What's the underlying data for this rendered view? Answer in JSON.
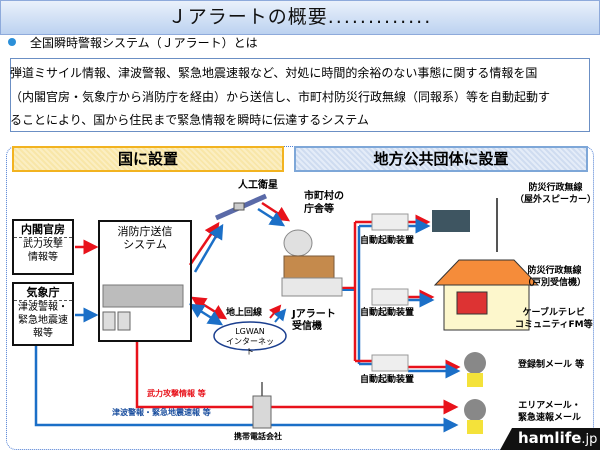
{
  "header": {
    "title": "Ｊアラートの概要",
    "title_dots": "............."
  },
  "intro": {
    "bullet_text": "全国瞬時警報システム（Ｊアラート）とは",
    "description_lines": [
      "弾道ミサイル情報、津波警報、緊急地震速報など、対処に時間的余裕のない事態に関する情報を国",
      "（内閣官房・気象庁から消防庁を経由）から送信し、市町村防災行政無線（同報系）等を自動起動す",
      "ることにより、国から住民まで緊急情報を瞬時に伝達するシステム"
    ]
  },
  "diagram": {
    "section_national": "国に設置",
    "section_local": "地方公共団体に設置",
    "cabinet": {
      "title": "内閣官房",
      "body": [
        "武力攻撃",
        "情報等"
      ]
    },
    "jma": {
      "title": "気象庁",
      "body": [
        "津波警報・",
        "緊急地震速",
        "報等"
      ]
    },
    "fdma": {
      "title_lines": [
        "消防庁送信",
        "システム"
      ]
    },
    "satellite_label": "人工衛星",
    "municipal_office_label": [
      "市町村の",
      "庁舎等"
    ],
    "ground_line_label": "地上回線",
    "lgwan_label": [
      "LGWAN",
      "インターネット"
    ],
    "receiver_label": [
      "Jアラート",
      "受信機"
    ],
    "auto_start_device": "自動起動装置",
    "outdoor_speaker_label": [
      "防災行政無線",
      "（屋外スピーカー）"
    ],
    "household_receiver_label": [
      "防災行政無線",
      "（戸別受信機）"
    ],
    "cable_tv_label": [
      "ケーブルテレビ",
      "コミュニティFM等"
    ],
    "registered_mail_label": "登録制メール 等",
    "area_mail_label": [
      "エリアメール・",
      "緊急速報メール"
    ],
    "armed_attack_info_label": "武力攻撃情報 等",
    "tsunami_eq_label": "津波警報・緊急地震速報 等",
    "mobile_carrier_label": "携帯電話会社",
    "colors": {
      "red_line": "#e8121b",
      "blue_line": "#1b6fc7",
      "national_header_border": "#f2b320",
      "local_header_border": "#7ea7d8",
      "frame_dotted": "#4f7fd4"
    }
  },
  "watermark": {
    "brand": "hamlife",
    "suffix": ".jp"
  }
}
